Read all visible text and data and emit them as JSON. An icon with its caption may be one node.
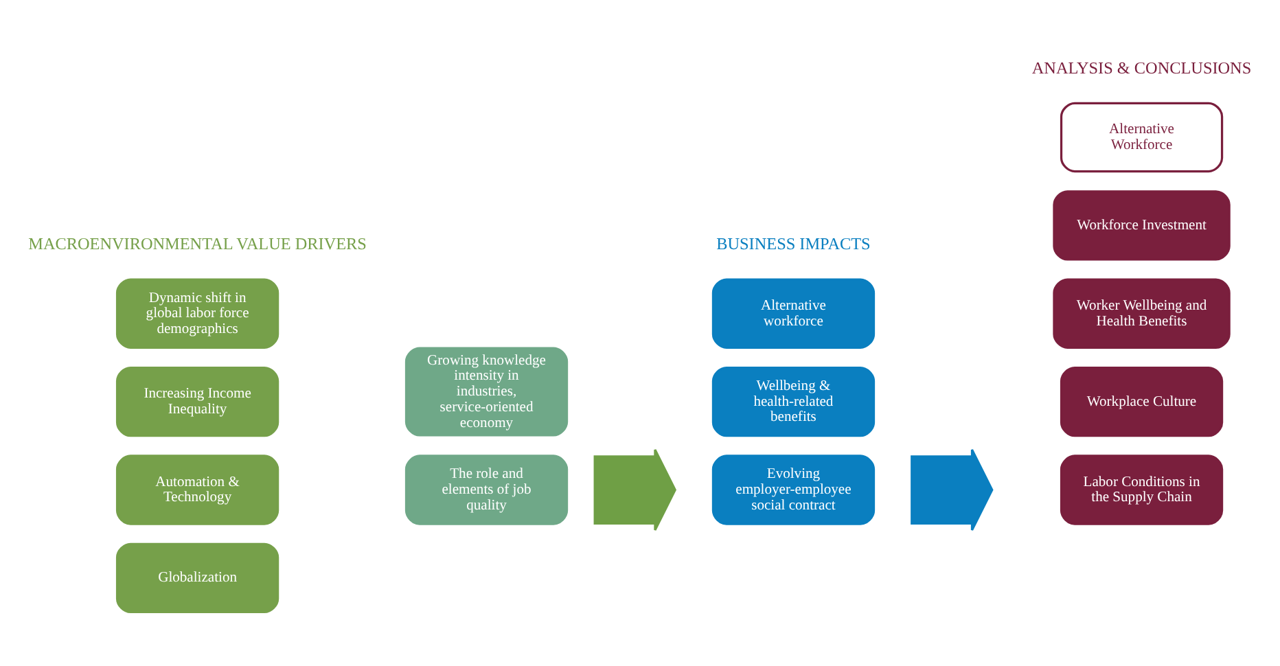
{
  "diagram": {
    "nodes": [
      {
        "text": [
          "Globalization"
        ]
      },
      {
        "text": [
          "Automation & Technology"
        ]
      },
      {
        "text": [
          "Increasing Income Inequality"
        ]
      },
      {
        "text": [
          "Dynamic shift in global labor force demographics"
        ]
      },
      {
        "text": [
          "Growing knowledge intensity in industries, service-oriented economy"
        ]
      },
      {
        "text": [
          "The role and elements of job quality"
        ]
      },
      {
        "text": [],
        "shape": "arrow"
      },
      {
        "text": [
          "Wellbeing & health-related benefits"
        ]
      },
      {
        "text": [
          "Evolving employer-employee social contract"
        ]
      },
      {
        "text": [
          "Alternative workforce"
        ]
      },
      {
        "text": [],
        "shape": "arrow"
      },
      {
        "text": [
          "Workplace Culture"
        ]
      },
      {
        "text": [
          "Worker Wellbeing and Health Benefits"
        ]
      },
      {
        "text": [
          "Labor Conditions in the Supply Chain"
        ]
      },
      {
        "text": [
          "Workforce Investment"
        ]
      },
      {
        "text": [
          "Alternative Workforce"
        ]
      }
    ],
    "labels": [
      "MACROENVIRONMENTAL VALUE DRIVERS",
      "BUSINESS IMPACTS",
      "ANALYSIS & CONCLUSIONS"
    ]
  }
}
